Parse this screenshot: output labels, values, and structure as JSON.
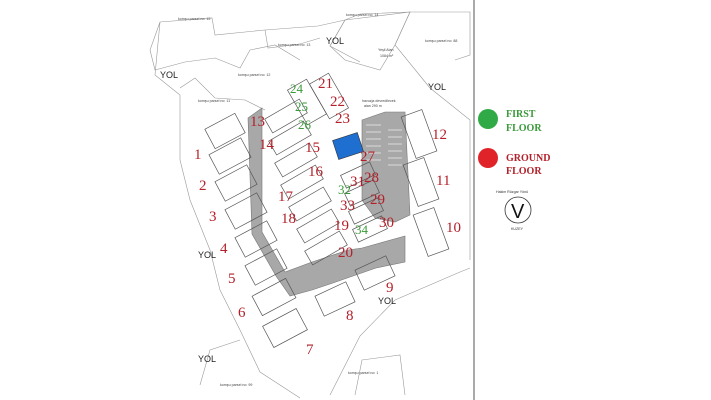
{
  "roads": [
    "YOL",
    "YOL",
    "YOL",
    "YOL",
    "YOL",
    "YOL"
  ],
  "parcel_labels": [
    "komşu parsel no: 15",
    "komşu parsel no: 14",
    "komşu parsel no: 13",
    "komşu parsel no: 12",
    "komşu parsel no: 11",
    "komşu parsel no: 88",
    "komşu parsel no: 99",
    "komşu parsel no: 1"
  ],
  "green_area": {
    "title": "Yeşil Alan",
    "area": "1084 m²"
  },
  "pool_area": {
    "title": "havuzja devredilecek",
    "area": "alan 290 m"
  },
  "compass": {
    "letter": "V",
    "caption": "Hakim Rüzgar Yönü",
    "north": "KUZEY"
  },
  "legend": [
    {
      "label_line1": "FIRST",
      "label_line2": "FLOOR",
      "color": "#2faa47"
    },
    {
      "label_line1": "GROUND",
      "label_line2": "FLOOR",
      "color": "#e02328"
    }
  ],
  "units_ground": [
    "1",
    "2",
    "3",
    "4",
    "5",
    "6",
    "7",
    "8",
    "9",
    "10",
    "11",
    "12",
    "13",
    "14",
    "15",
    "16",
    "17",
    "18",
    "19",
    "20",
    "21",
    "22",
    "23",
    "27",
    "28",
    "29",
    "30",
    "31",
    "33"
  ],
  "units_first": [
    "24",
    "25",
    "26",
    "32",
    "34"
  ]
}
